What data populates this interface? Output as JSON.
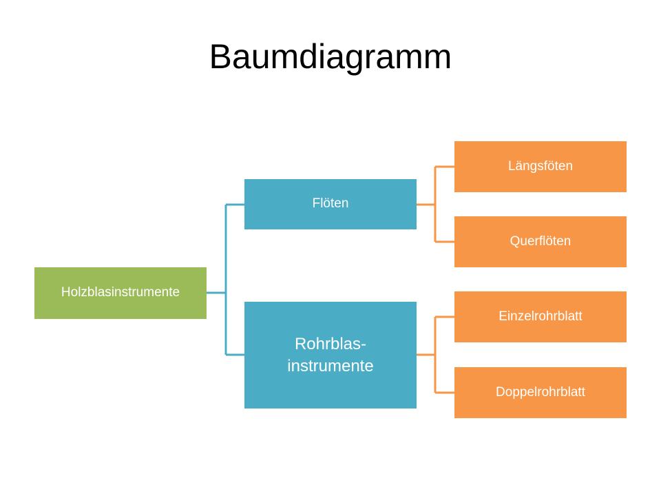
{
  "title": "Baumdiagramm",
  "colors": {
    "root": "#9bbb59",
    "level1": "#4bacc6",
    "level2": "#f79646"
  },
  "tree": {
    "root": {
      "label": "Holzblasinstrumente"
    },
    "level1": [
      {
        "label": "Flöten",
        "children": [
          "Längsföten",
          "Querflöten"
        ]
      },
      {
        "label": "Rohrblas-\ninstrumente",
        "children": [
          "Einzelrohrblatt",
          "Doppelrohrblatt"
        ]
      }
    ]
  }
}
